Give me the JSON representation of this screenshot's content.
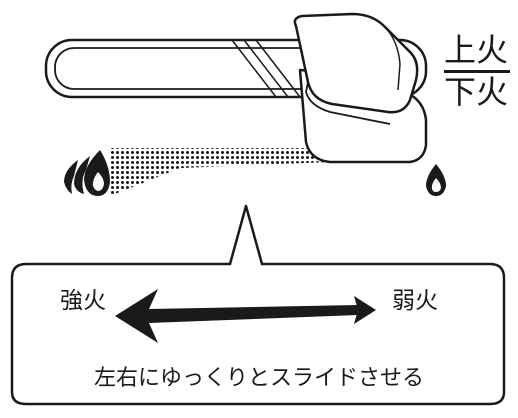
{
  "heat_selector": {
    "upper_label": "上火",
    "lower_label": "下火"
  },
  "flame_icons": {
    "strong": "strong-flame-icon",
    "weak": "weak-flame-icon"
  },
  "callout": {
    "strong_label": "強火",
    "weak_label": "弱火",
    "instruction": "左右にゆっくりとスライドさせる"
  },
  "colors": {
    "ink": "#1a1a1a",
    "background": "#ffffff"
  }
}
